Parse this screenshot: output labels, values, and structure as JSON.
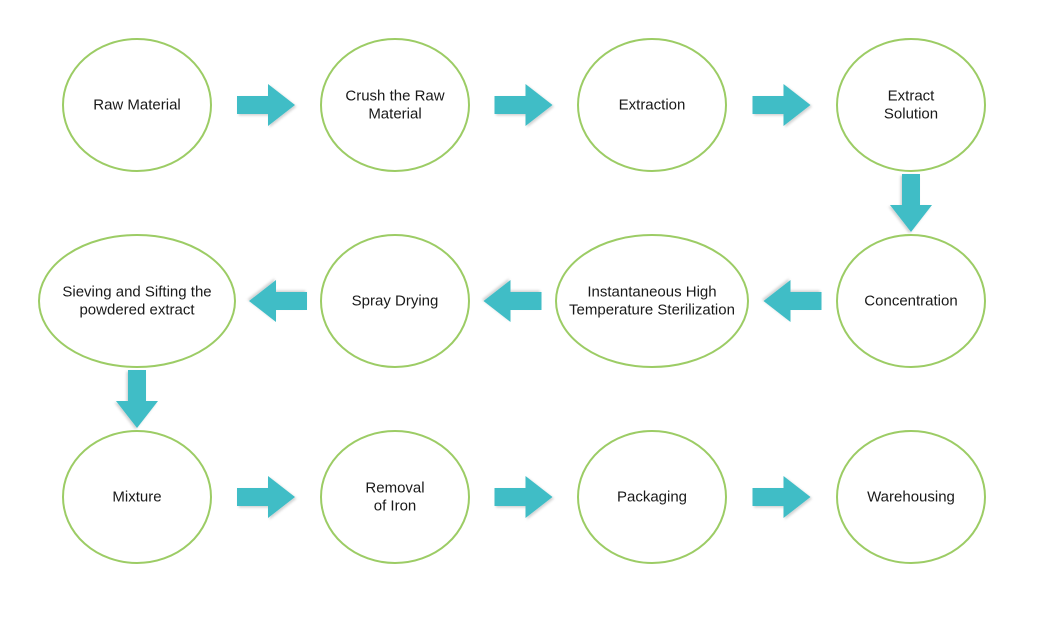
{
  "colors": {
    "node_stroke": "#9ccc65",
    "arrow_fill": "#3fbdc6",
    "text": "#1a1a1a",
    "background": "#ffffff"
  },
  "nodes": [
    {
      "id": "raw-material",
      "lines": [
        "Raw Material"
      ]
    },
    {
      "id": "crush-raw-material",
      "lines": [
        "Crush the Raw",
        "Material"
      ]
    },
    {
      "id": "extraction",
      "lines": [
        "Extraction"
      ]
    },
    {
      "id": "extract-solution",
      "lines": [
        "Extract",
        "Solution"
      ]
    },
    {
      "id": "concentration",
      "lines": [
        "Concentration"
      ]
    },
    {
      "id": "instantaneous-sterilization",
      "lines": [
        "Instantaneous High",
        "Temperature Sterilization"
      ]
    },
    {
      "id": "spray-drying",
      "lines": [
        "Spray Drying"
      ]
    },
    {
      "id": "sieving-sifting",
      "lines": [
        "Sieving and Sifting the",
        "powdered extract"
      ]
    },
    {
      "id": "mixture",
      "lines": [
        "Mixture"
      ]
    },
    {
      "id": "removal-of-iron",
      "lines": [
        "Removal",
        "of Iron"
      ]
    },
    {
      "id": "packaging",
      "lines": [
        "Packaging"
      ]
    },
    {
      "id": "warehousing",
      "lines": [
        "Warehousing"
      ]
    }
  ],
  "edges": [
    {
      "from": "raw-material",
      "to": "crush-raw-material",
      "direction": "right"
    },
    {
      "from": "crush-raw-material",
      "to": "extraction",
      "direction": "right"
    },
    {
      "from": "extraction",
      "to": "extract-solution",
      "direction": "right"
    },
    {
      "from": "extract-solution",
      "to": "concentration",
      "direction": "down"
    },
    {
      "from": "concentration",
      "to": "instantaneous-sterilization",
      "direction": "left"
    },
    {
      "from": "instantaneous-sterilization",
      "to": "spray-drying",
      "direction": "left"
    },
    {
      "from": "spray-drying",
      "to": "sieving-sifting",
      "direction": "left"
    },
    {
      "from": "sieving-sifting",
      "to": "mixture",
      "direction": "down"
    },
    {
      "from": "mixture",
      "to": "removal-of-iron",
      "direction": "right"
    },
    {
      "from": "removal-of-iron",
      "to": "packaging",
      "direction": "right"
    },
    {
      "from": "packaging",
      "to": "warehousing",
      "direction": "right"
    }
  ]
}
